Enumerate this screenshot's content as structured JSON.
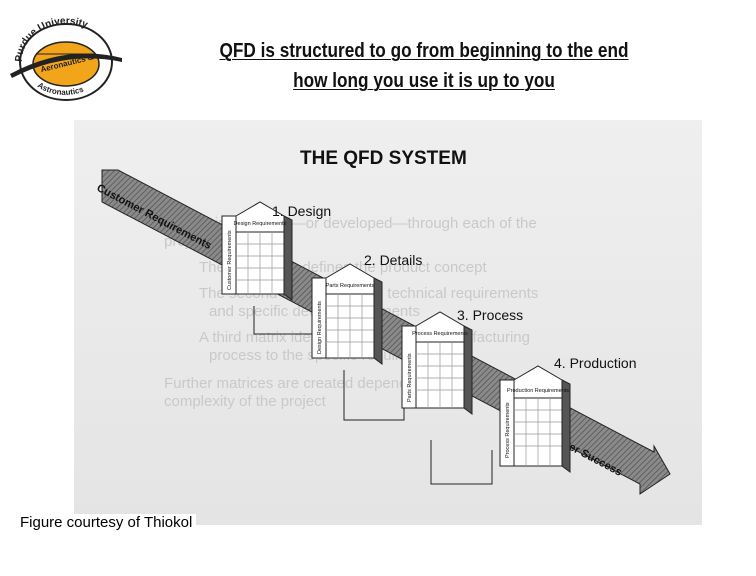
{
  "slide": {
    "title_line1": "QFD is structured to go from beginning to the end",
    "title_line2": "how long you use it is up to you",
    "caption": "Figure courtesy of Thiokol"
  },
  "logo": {
    "top_text": "Purdue University",
    "middle_text": "Aeronautics &",
    "bottom_text": "Astronautics",
    "colors": {
      "ring": "#222222",
      "fill": "#f2a51a"
    }
  },
  "figure": {
    "heading": "THE QFD SYSTEM",
    "arrow_labels": {
      "start": "Customer Requirements",
      "end": "Customer Success"
    },
    "stages": [
      {
        "number_label": "1. Design",
        "roof": "Design Requirements",
        "side": "Customer Requirements"
      },
      {
        "number_label": "2. Details",
        "roof": "Parts Requirements",
        "side": "Design Requirements"
      },
      {
        "number_label": "3. Process",
        "roof": "Process Requirements",
        "side": "Parts Requirements"
      },
      {
        "number_label": "4. Production",
        "roof": "Production Requirements",
        "side": "Process Requirements"
      }
    ],
    "background_text": [
      "Quality is deployed—or developed—through each of the",
      "project phases",
      "The first matrix defines the product concept",
      "The second matrix provides technical requirements",
      "and specific detail requirements",
      "A third matrix identifies steps in the manufacturing",
      "process to the specific requirements",
      "Further matrices are created depending on the size and",
      "complexity of the project"
    ]
  }
}
